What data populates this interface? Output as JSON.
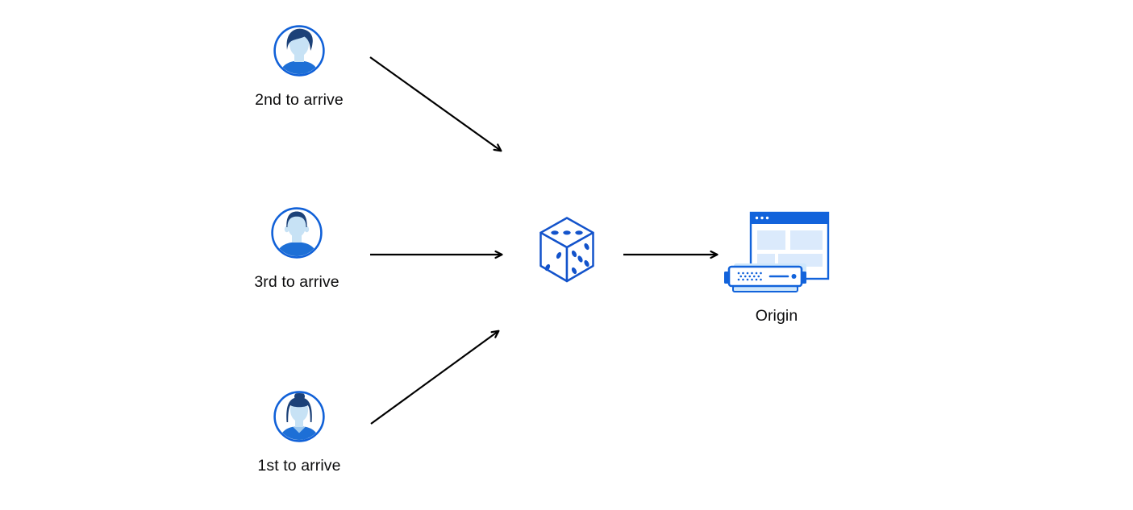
{
  "diagram": {
    "users": [
      {
        "id": "second",
        "label": "2nd to arrive",
        "icon": "male-avatar-swoosh-hair-icon"
      },
      {
        "id": "third",
        "label": "3rd to arrive",
        "icon": "male-avatar-short-hair-icon"
      },
      {
        "id": "first",
        "label": "1st to arrive",
        "icon": "female-avatar-bun-hair-icon"
      }
    ],
    "center": {
      "icon": "dice-icon",
      "meaning": "random selection"
    },
    "origin": {
      "label": "Origin",
      "icon": "origin-server-browser-icon"
    },
    "arrows": [
      {
        "from": "user-second",
        "to": "dice"
      },
      {
        "from": "user-third",
        "to": "dice"
      },
      {
        "from": "user-first",
        "to": "dice"
      },
      {
        "from": "dice",
        "to": "origin"
      }
    ],
    "colors": {
      "outline_blue": "#1161d8",
      "hair_navy": "#1c4178",
      "skin_light_blue": "#c7e2f5",
      "shirt_blue": "#1d6fd6",
      "titlebar_blue": "#1263db",
      "panel_light_blue": "#dbeafc",
      "server_accent_light_blue": "#cfe7fb",
      "arrow_black": "#000000",
      "background": "#ffffff"
    }
  }
}
